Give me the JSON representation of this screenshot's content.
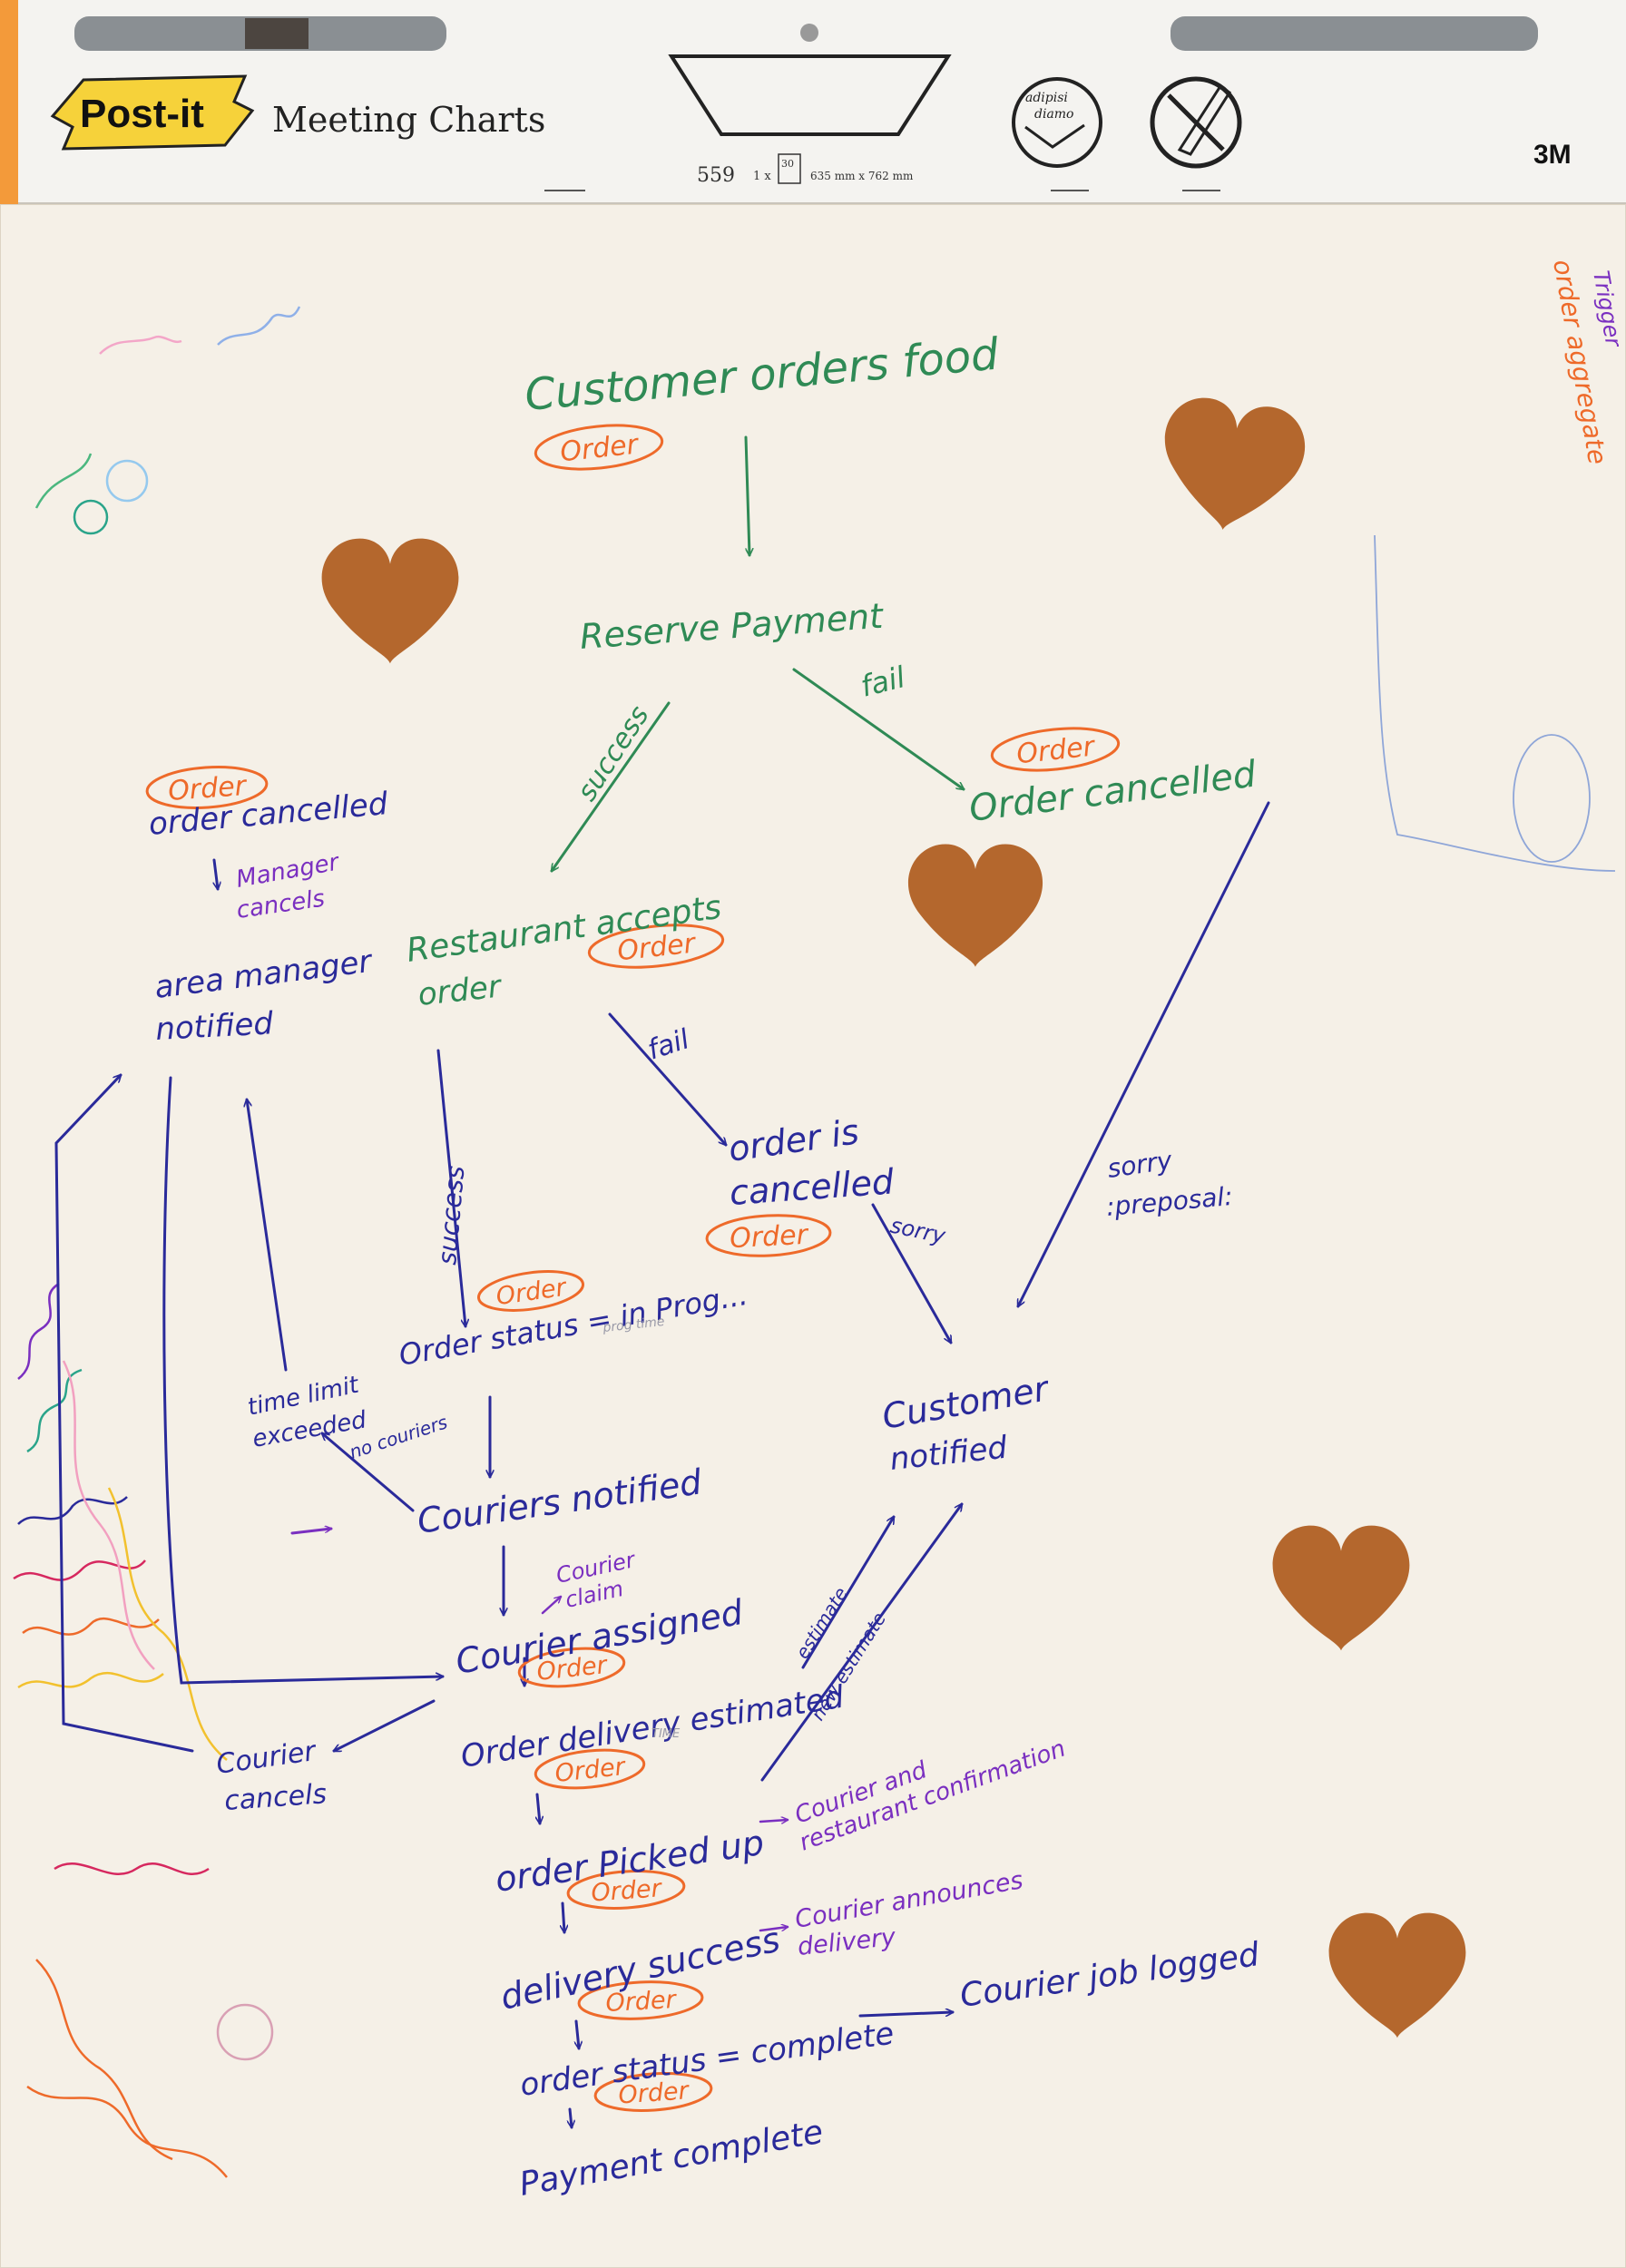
{
  "header": {
    "brand": "Post-it",
    "product": "Meeting Charts",
    "code": "559",
    "pack": "1 x",
    "sheets": "30",
    "size": "635 mm x 762 mm",
    "maker": "3M",
    "icon_text_1": "adipisi",
    "icon_text_2": "diamo"
  },
  "colors": {
    "green": "#2f8a55",
    "blue": "#2a2a9a",
    "purple": "#7a2fc0",
    "orange": "#ee6a2a",
    "cookie": "#b4672d",
    "paper": "#f5f0e7"
  },
  "tag_label": "Order",
  "side_note": {
    "line1": "Trigger",
    "line2": "order aggregate"
  },
  "nodes": {
    "customer_orders": "Customer orders food",
    "reserve_payment": "Reserve Payment",
    "order_cancelled_right": "Order cancelled",
    "restaurant_accepts_1": "Restaurant accepts",
    "restaurant_accepts_2": "order",
    "order_cancelled_left": "order cancelled",
    "manager_cancels_1": "Manager",
    "manager_cancels_2": "cancels",
    "area_manager_1": "area manager",
    "area_manager_2": "notified",
    "order_is_cancelled_1": "order is",
    "order_is_cancelled_2": "cancelled",
    "order_status_progress": "Order status = in Prog...",
    "prog_time": "prog time",
    "customer_notified_1": "Customer",
    "customer_notified_2": "notified",
    "time_limit_1": "time limit",
    "time_limit_2": "exceeded",
    "couriers_notified": "Couriers notified",
    "courier_claim_1": "Courier",
    "courier_claim_2": "claim",
    "courier_assigned": "Courier assigned",
    "delivery_estimated": "Order delivery estimated",
    "time_small": "TIME",
    "courier_cancels_1": "Courier",
    "courier_cancels_2": "cancels",
    "order_picked_up": "order Picked up",
    "confirmation_1": "Courier and",
    "confirmation_2": "restaurant confirmation",
    "delivery_success": "delivery success",
    "announces_1": "Courier announces",
    "announces_2": "delivery",
    "order_status_complete": "order status = complete",
    "job_logged": "Courier job logged",
    "payment_complete": "Payment complete"
  },
  "edge_labels": {
    "success_1": "success",
    "fail_1": "fail",
    "fail_2": "fail",
    "success_2": "success",
    "sorry_1": "sorry",
    "sorry_2": "sorry",
    "preposal": ":preposal:",
    "no_couriers": "no couriers",
    "estimate": "estimate",
    "new_estimate": "new estimate"
  }
}
